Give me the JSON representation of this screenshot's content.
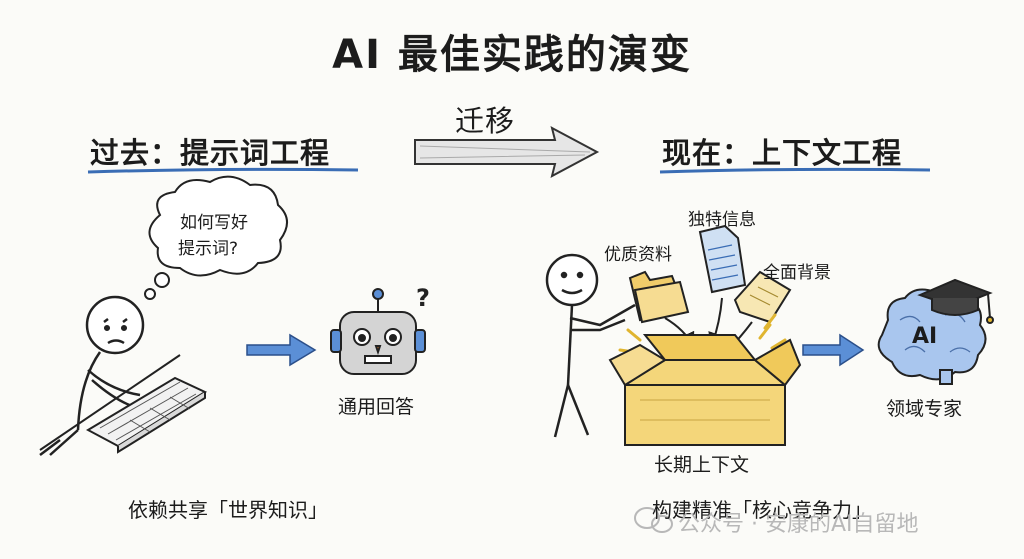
{
  "title": "AI 最佳实践的演变",
  "transition_label": "迁移",
  "past": {
    "heading": "过去：提示词工程",
    "thought_line1": "如何写好",
    "thought_line2": "提示词?",
    "result_label": "通用回答",
    "caption": "依赖共享「世界知识」"
  },
  "present": {
    "heading": "现在：上下文工程",
    "item_unique": "独特信息",
    "item_quality": "优质资料",
    "item_background": "全面背景",
    "box_label": "长期上下文",
    "expert_label": "领域专家",
    "brain_text": "AI",
    "caption": "构建精准「核心竞争力」"
  },
  "watermark": "公众号 · 安康的AI自留地",
  "colors": {
    "underline": "#3a6db5",
    "arrow_blue": "#5b8fd6",
    "box_yellow": "#f4d67a",
    "folder_yellow": "#f0cc6a",
    "doc_blue": "#cfe0f3",
    "brain_blue": "#a9c6ee",
    "robot_gray": "#d4d4d4"
  },
  "icons": [
    "thinking-cloud-icon",
    "keyboard-icon",
    "robot-icon",
    "folder-icon",
    "document-icon",
    "open-box-icon",
    "brain-icon",
    "graduation-cap-icon",
    "wechat-icon"
  ]
}
